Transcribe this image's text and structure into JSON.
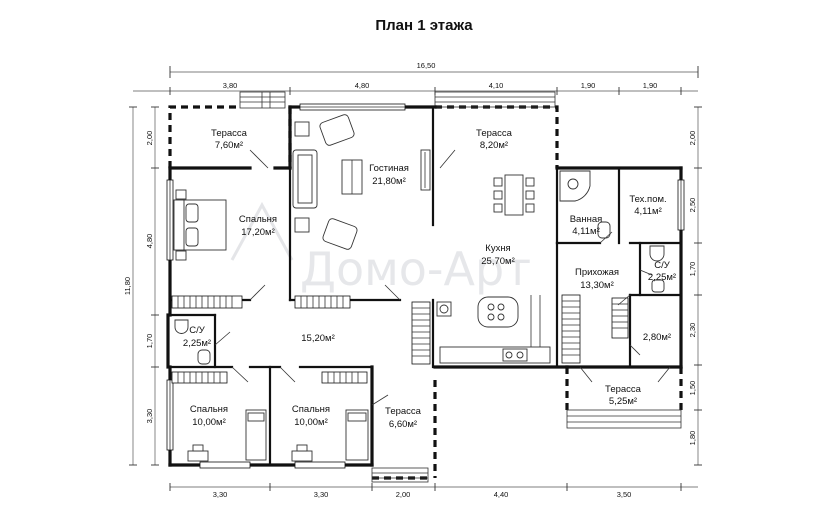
{
  "title": "План 1 этажа",
  "watermark": "Домо-Арт",
  "rooms": [
    {
      "name": "Терасса",
      "area": "7,60м²"
    },
    {
      "name": "Гостиная",
      "area": "21,80м²"
    },
    {
      "name": "Терасса",
      "area": "8,20м²"
    },
    {
      "name": "Спальня",
      "area": "17,20м²"
    },
    {
      "name": "Ванная",
      "area": "4,11м²"
    },
    {
      "name": "Тех.пом.",
      "area": "4,11м²"
    },
    {
      "name": "Кухня",
      "area": "25,70м²"
    },
    {
      "name": "С/У",
      "area": "2,25м²"
    },
    {
      "name": "Прихожая",
      "area": "13,30м²"
    },
    {
      "name": "С/У",
      "area": "2,25м²"
    },
    {
      "name": "",
      "area": "15,20м²"
    },
    {
      "name": "",
      "area": "2,80м²"
    },
    {
      "name": "Спальня",
      "area": "10,00м²"
    },
    {
      "name": "Спальня",
      "area": "10,00м²"
    },
    {
      "name": "Терасса",
      "area": "6,60м²"
    },
    {
      "name": "Терасса",
      "area": "5,25м²"
    }
  ],
  "dimensions": {
    "overall": "16,50",
    "top": [
      "3,80",
      "4,80",
      "4,10",
      "1,90",
      "1,90"
    ],
    "bottom": [
      "3,30",
      "3,30",
      "2,00",
      "4,40",
      "3,50"
    ],
    "left_total": "11,80",
    "left": [
      "2,00",
      "4,80",
      "1,70",
      "3,30"
    ],
    "right": [
      "2,00",
      "2,50",
      "1,70",
      "2,30",
      "1,50",
      "1,80"
    ]
  }
}
